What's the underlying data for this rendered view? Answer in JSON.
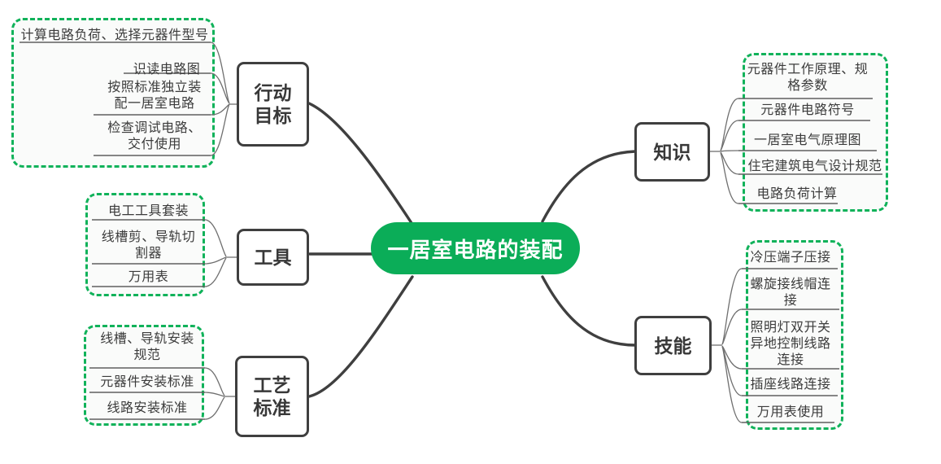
{
  "diagram_title": "一居室电路的装配",
  "center": {
    "label": "一居室电路的装配"
  },
  "colors": {
    "center_fill": "#0bad58",
    "center_text": "#ffffff",
    "group_border_green": "#10b25a",
    "node_border": "#3f3f3f",
    "thick_connector": "#3f3f3f",
    "thin_connector": "#6f6f6f",
    "leaf_text": "#3c3c3c",
    "node_text": "#383838",
    "group_bg": "#fafbfa"
  },
  "branches": [
    {
      "label": "行动目标",
      "side": "left",
      "items": [
        "计算电路负荷、选择元器件型号",
        "识读电路图",
        "按照标准独立装配一居室电路",
        "检查调试电路、交付使用"
      ]
    },
    {
      "label": "工具",
      "side": "left",
      "items": [
        "电工工具套装",
        "线槽剪、导轨切割器",
        "万用表"
      ]
    },
    {
      "label": "工艺标准",
      "side": "left",
      "items": [
        "线槽、导轨安装规范",
        "元器件安装标准",
        "线路安装标准"
      ]
    },
    {
      "label": "知识",
      "side": "right",
      "items": [
        "元器件工作原理、规格参数",
        "元器件电路符号",
        "一居室电气原理图",
        "住宅建筑电气设计规范",
        "电路负荷计算"
      ]
    },
    {
      "label": "技能",
      "side": "right",
      "items": [
        "冷压端子压接",
        "螺旋接线帽连接",
        "照明灯双开关异地控制线路连接",
        "插座线路连接",
        "万用表使用"
      ]
    }
  ]
}
